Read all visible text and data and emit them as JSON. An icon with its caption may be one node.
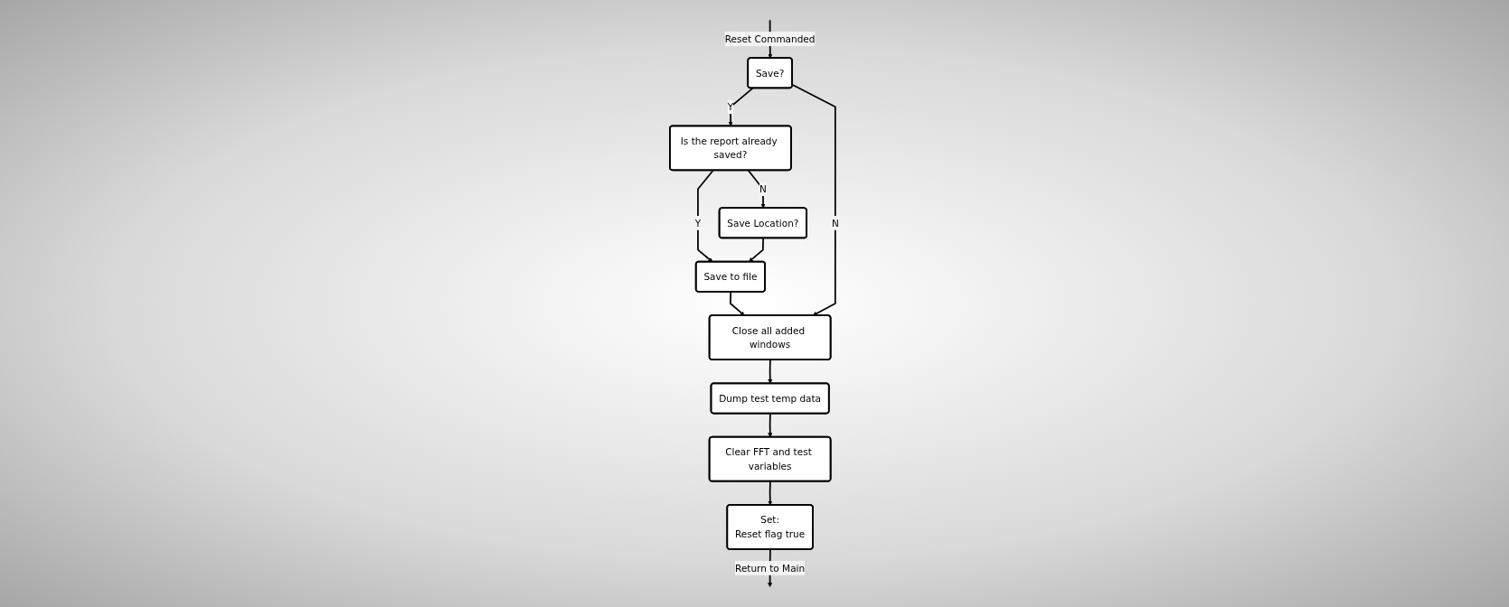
{
  "diagram": {
    "nodes": [
      {
        "text": [
          "Save?"
        ]
      },
      {
        "text": [
          "Is the report already saved?"
        ]
      },
      {
        "text": [
          "Save to file"
        ]
      },
      {
        "text": [
          "Save Location?"
        ]
      },
      {
        "text": [
          "Close all added windows"
        ]
      },
      {
        "text": [
          "Dump test temp data"
        ]
      },
      {
        "text": [
          "Clear FFT and test variables"
        ]
      },
      {
        "text": [
          "Set:",
          "Reset flag true"
        ]
      }
    ],
    "edges": [
      {
        "from": null,
        "to": 0,
        "arrow": "to",
        "label": "Reset Commanded"
      },
      {
        "from": 0,
        "to": 1,
        "arrow": "to",
        "label": "Y"
      },
      {
        "from": 1,
        "to": 2,
        "arrow": "to",
        "label": "Y"
      },
      {
        "from": 1,
        "to": 3,
        "arrow": "to",
        "label": "N"
      },
      {
        "from": 3,
        "to": 2,
        "arrow": "to"
      },
      {
        "from": 2,
        "to": 4,
        "arrow": "to"
      },
      {
        "from": 0,
        "to": 4,
        "arrow": "to",
        "label": "N"
      },
      {
        "from": 4,
        "to": 5,
        "arrow": "to"
      },
      {
        "from": 5,
        "to": 6,
        "arrow": "to"
      },
      {
        "from": 6,
        "to": 7,
        "arrow": "to"
      },
      {
        "from": 7,
        "to": null,
        "arrow": "to",
        "label": "Return to Main"
      }
    ]
  }
}
